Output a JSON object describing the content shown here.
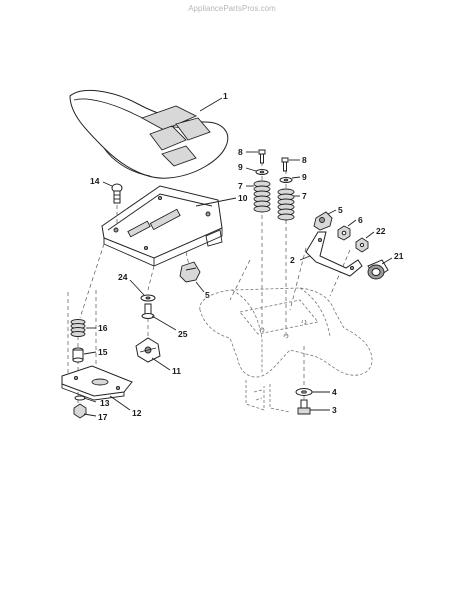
{
  "watermark": "AppliancePartsPros.com",
  "callouts": {
    "c1": "1",
    "c2": "2",
    "c3": "3",
    "c4": "4",
    "c5a": "5",
    "c5b": "5",
    "c6": "6",
    "c7a": "7",
    "c7b": "7",
    "c8a": "8",
    "c8b": "8",
    "c9a": "9",
    "c9b": "9",
    "c10": "10",
    "c11": "11",
    "c12": "12",
    "c13": "13",
    "c14": "14",
    "c15": "15",
    "c16": "16",
    "c17": "17",
    "c21": "21",
    "c22": "22",
    "c24": "24",
    "c25": "25"
  }
}
